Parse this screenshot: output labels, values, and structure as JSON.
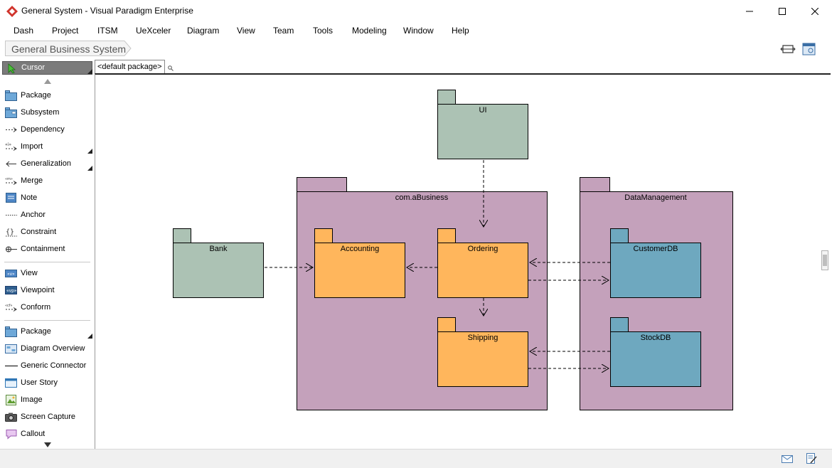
{
  "window": {
    "title": "General System - Visual Paradigm Enterprise",
    "minimize_glyph": "—",
    "maximize_glyph": "☐",
    "close_glyph": "✕"
  },
  "menu": {
    "items": [
      "Dash",
      "Project",
      "ITSM",
      "UeXceler",
      "Diagram",
      "View",
      "Team",
      "Tools",
      "Modeling",
      "Window",
      "Help"
    ]
  },
  "breadcrumb": {
    "label": "General Business System"
  },
  "palette": {
    "selected": "Cursor",
    "items": [
      "Package",
      "Subsystem",
      "Dependency",
      "Import",
      "Generalization",
      "Merge",
      "Note",
      "Anchor",
      "Constraint",
      "Containment"
    ],
    "items2": [
      "View",
      "Viewpoint",
      "Conform"
    ],
    "items3": [
      "Package",
      "Diagram Overview",
      "Generic Connector",
      "User Story",
      "Image",
      "Screen Capture",
      "Callout"
    ]
  },
  "tab": {
    "label": "<default package>"
  },
  "diagram": {
    "packages": {
      "ui": "UI",
      "business": "com.aBusiness",
      "data_management": "DataManagement",
      "bank": "Bank",
      "accounting": "Accounting",
      "ordering": "Ordering",
      "shipping": "Shipping",
      "customer_db": "CustomerDB",
      "stock_db": "StockDB"
    },
    "colors": {
      "grey_green": "#acc2b4",
      "mauve": "#c4a1bb",
      "orange": "#ffb65c",
      "teal": "#6ea8bf"
    }
  }
}
